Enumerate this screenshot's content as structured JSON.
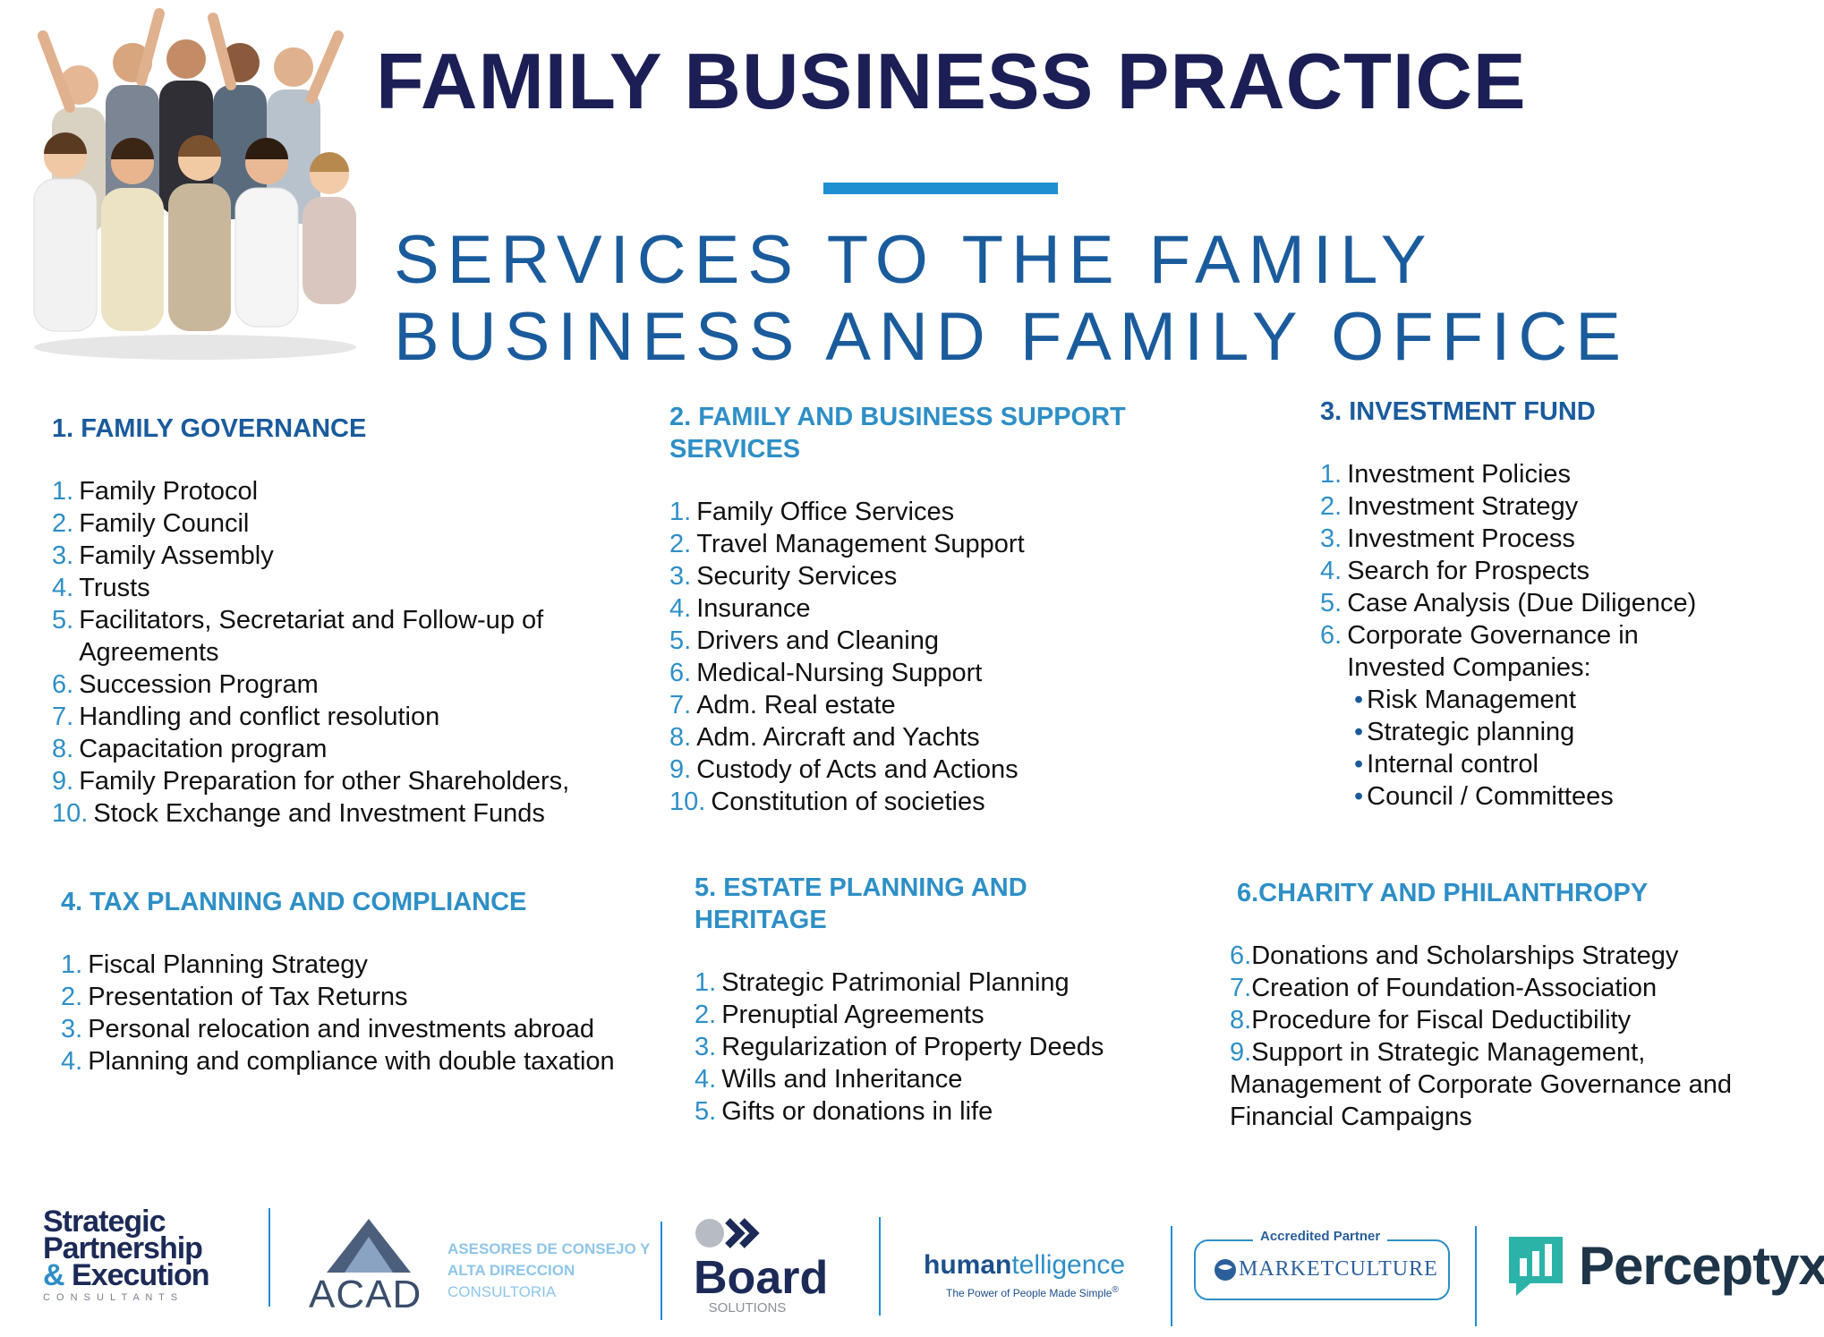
{
  "header": {
    "title": "FAMILY BUSINESS PRACTICE",
    "subtitle_line1": "SERVICES TO THE FAMILY",
    "subtitle_line2": "BUSINESS AND FAMILY OFFICE"
  },
  "sections": [
    {
      "title": "1. FAMILY GOVERNANCE",
      "items": [
        {
          "n": "1.",
          "text": "Family Protocol"
        },
        {
          "n": "2.",
          "text": "Family Council"
        },
        {
          "n": "3.",
          "text": "Family Assembly"
        },
        {
          "n": "4.",
          "text": "Trusts"
        },
        {
          "n": "5.",
          "text": "Facilitators, Secretariat and Follow-up of Agreements"
        },
        {
          "n": "6.",
          "text": "Succession Program"
        },
        {
          "n": "7.",
          "text": "Handling and conflict resolution"
        },
        {
          "n": "8.",
          "text": "Capacitation program"
        },
        {
          "n": "9.",
          "text": "Family Preparation for other Shareholders,"
        },
        {
          "n": "10.",
          "text": "Stock Exchange and Investment Funds"
        }
      ]
    },
    {
      "title": "2. FAMILY AND BUSINESS SUPPORT SERVICES",
      "items": [
        {
          "n": "1.",
          "text": "Family Office Services"
        },
        {
          "n": "2.",
          "text": "Travel Management Support"
        },
        {
          "n": "3.",
          "text": "Security Services"
        },
        {
          "n": "4.",
          "text": "Insurance"
        },
        {
          "n": "5.",
          "text": "Drivers and Cleaning"
        },
        {
          "n": "6.",
          "text": "Medical-Nursing Support"
        },
        {
          "n": "7.",
          "text": "Adm. Real estate"
        },
        {
          "n": "8.",
          "text": "Adm. Aircraft and Yachts"
        },
        {
          "n": "9.",
          "text": "Custody of Acts and Actions"
        },
        {
          "n": "10.",
          "text": "Constitution of societies"
        }
      ]
    },
    {
      "title": "3. INVESTMENT FUND",
      "items": [
        {
          "n": "1.",
          "text": "Investment Policies"
        },
        {
          "n": "2.",
          "text": "Investment Strategy"
        },
        {
          "n": "3.",
          "text": "Investment Process"
        },
        {
          "n": "4.",
          "text": "Search for Prospects"
        },
        {
          "n": "5.",
          "text": "Case Analysis (Due Diligence)"
        },
        {
          "n": "6.",
          "text": "Corporate Governance in Invested Companies:"
        }
      ],
      "bullets": [
        "Risk Management",
        "Strategic planning",
        "Internal control",
        "Council / Committees"
      ],
      "bullet_char": "•"
    },
    {
      "title": "4. TAX PLANNING AND COMPLIANCE",
      "items": [
        {
          "n": "1.",
          "text": "Fiscal Planning Strategy"
        },
        {
          "n": "2.",
          "text": "Presentation of Tax Returns"
        },
        {
          "n": "3.",
          "text": "Personal relocation and investments abroad"
        },
        {
          "n": "4.",
          "text": "Planning and compliance with double taxation"
        }
      ]
    },
    {
      "title": "5. ESTATE PLANNING AND HERITAGE",
      "items": [
        {
          "n": "1.",
          "text": "Strategic Patrimonial Planning"
        },
        {
          "n": "2.",
          "text": "Prenuptial Agreements"
        },
        {
          "n": "3.",
          "text": "Regularization of Property Deeds"
        },
        {
          "n": "4.",
          "text": "Wills and Inheritance"
        },
        {
          "n": "5.",
          "text": "Gifts or donations in life"
        }
      ]
    },
    {
      "title": "6.CHARITY AND PHILANTHROPY",
      "items": [
        {
          "n": "6.",
          "text": "Donations and Scholarships Strategy"
        },
        {
          "n": "7.",
          "text": "Creation of Foundation-Association"
        },
        {
          "n": "8.",
          "text": "Procedure for Fiscal Deductibility"
        },
        {
          "n": "9.",
          "text": "Support in Strategic Management, Management of Corporate Governance and Financial Campaigns"
        }
      ]
    }
  ],
  "logos": {
    "spe_line1": "Strategic",
    "spe_line2": "Partnership",
    "spe_amp": "&",
    "spe_line3": "Execution",
    "spe_sub": "C O N S U L T A N T S",
    "acad_name": "ACAD",
    "acad_line1": "ASESORES DE CONSEJO Y",
    "acad_line2": "ALTA DIRECCION",
    "acad_line3": "CONSULTORIA",
    "board_name": "Board",
    "board_sub": "SOLUTIONS",
    "human_part1": "human",
    "human_part2": "telligence",
    "human_tag": "The Power of People Made Simple",
    "human_reg": "®",
    "mc_top": "Accredited Partner",
    "mc_name": "MARKETCULTURE",
    "perceptyx_name": "Perceptyx"
  },
  "colors": {
    "title": "#1c1f55",
    "subtitle": "#1a5b9c",
    "accent": "#1e8fd0",
    "number": "#2e8fc6"
  }
}
